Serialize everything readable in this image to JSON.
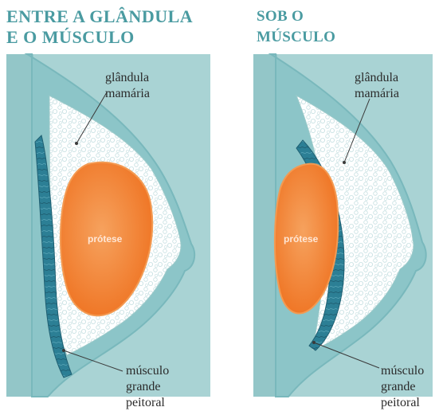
{
  "left_panel": {
    "heading_line1": "ENTRE A GLÂNDULA",
    "heading_line2": "E O MÚSCULO",
    "gland_label_line1": "glândula",
    "gland_label_line2": "mamária",
    "implant_label": "prótese",
    "muscle_label_line1": "músculo",
    "muscle_label_line2": "grande",
    "muscle_label_line3": "peitoral"
  },
  "right_panel": {
    "heading_line1": "SOB O",
    "heading_line2": "MÚSCULO",
    "gland_label_line1": "glândula",
    "gland_label_line2": "mamária",
    "implant_label": "prótese",
    "muscle_label_line1": "músculo",
    "muscle_label_line2": "grande",
    "muscle_label_line3": "peitoral"
  },
  "colors": {
    "heading": "#4a9ba1",
    "background_tissue": "#a9d3d4",
    "skin_outline": "#7fbcc0",
    "gland": "#ffffff",
    "muscle": "#2c7f95",
    "implant": "#f07a26",
    "implant_highlight": "#f6a25e"
  }
}
